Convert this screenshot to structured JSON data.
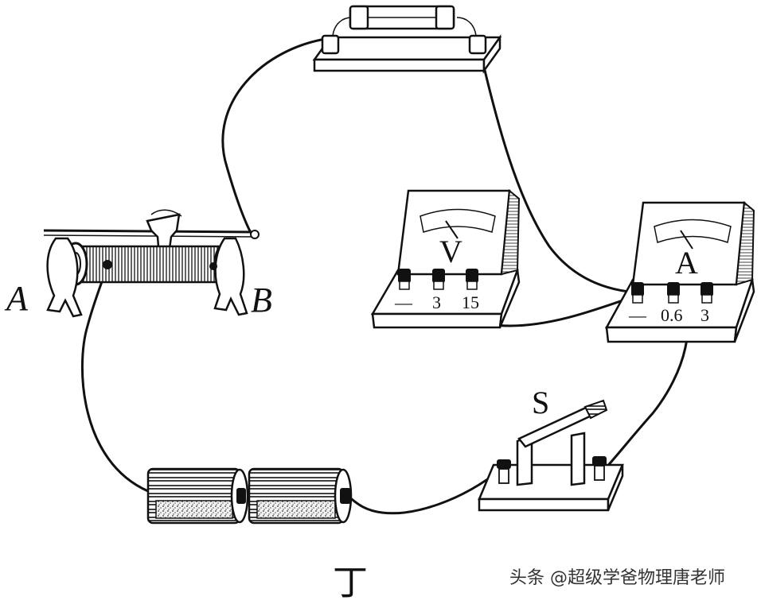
{
  "labels": {
    "rheostat_end_a": "A",
    "rheostat_end_b": "B",
    "voltmeter_symbol": "V",
    "ammeter_symbol": "A",
    "switch_symbol": "S",
    "figure_caption": "丁"
  },
  "voltmeter_terminals": [
    "—",
    "3",
    "15"
  ],
  "ammeter_terminals": [
    "—",
    "0.6",
    "3"
  ],
  "watermark": "头条 @超级学爸物理唐老师"
}
